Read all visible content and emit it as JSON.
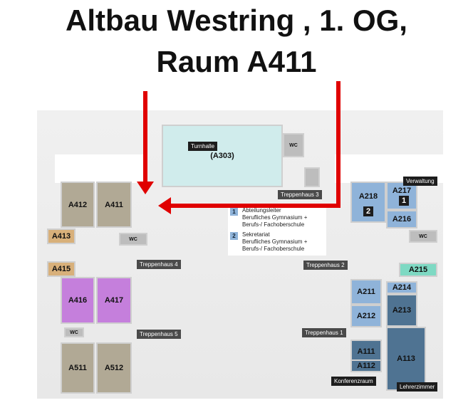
{
  "title": {
    "line1": "Altbau Westring , 1. OG,",
    "line2": "Raum A411"
  },
  "rooms": {
    "A303": "(A303)",
    "A412": "A412",
    "A411": "A411",
    "A413": "A413",
    "A415": "A415",
    "A416": "A416",
    "A417": "A417",
    "A511": "A511",
    "A512": "A512",
    "A218": "A218",
    "A217": "A217",
    "A216": "A216",
    "A215": "A215",
    "A211": "A211",
    "A214": "A214",
    "A212": "A212",
    "A213": "A213",
    "A111": "A111",
    "A112": "A112",
    "A113": "A113"
  },
  "labels": {
    "turnhalle": "Turnhalle",
    "treppenhaus3": "Treppenhaus 3",
    "treppenhaus4": "Treppenhaus 4",
    "treppenhaus5": "Treppenhaus 5",
    "treppenhaus2": "Treppenhaus 2",
    "treppenhaus1": "Treppenhaus 1",
    "verwaltung": "Verwaltung",
    "konferenzraum": "Konferenzraum",
    "lehrerzimmer": "Lehrerzimmer",
    "wc": "WC"
  },
  "markers": {
    "m1": "1",
    "m2": "2"
  },
  "legend": [
    {
      "num": "1",
      "lines": [
        "Abteilungsleiter",
        "Berufliches Gymnasium +",
        "Berufs-/ Fachoberschule"
      ]
    },
    {
      "num": "2",
      "lines": [
        "Sekretariat",
        "Berufliches Gymnasium +",
        "Berufs-/ Fachoberschule"
      ]
    }
  ],
  "colors": {
    "arrow": "#e00000",
    "purple": "#c57fdc",
    "tan": "#d8b07a",
    "blue": "#8fb3d9",
    "darkblue": "#4f7392",
    "teal": "#7ed9c3"
  }
}
